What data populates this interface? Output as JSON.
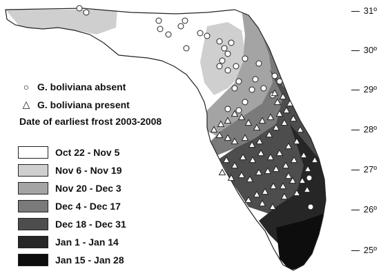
{
  "legend": {
    "absent_label": "G. boliviana absent",
    "present_label": "G. boliviana present",
    "title": "Date of earliest frost 2003-2008",
    "classes": [
      {
        "label": "Oct 22 - Nov 5",
        "color": "#ffffff"
      },
      {
        "label": "Nov 6 - Nov 19",
        "color": "#cfcfcf"
      },
      {
        "label": "Nov 20 - Dec 3",
        "color": "#a4a4a4"
      },
      {
        "label": "Dec 4 - Dec 17",
        "color": "#7a7a7a"
      },
      {
        "label": "Dec 18 - Dec 31",
        "color": "#4d4d4d"
      },
      {
        "label": "Jan 1 - Jan 14",
        "color": "#262626"
      },
      {
        "label": "Jan 15 - Jan 28",
        "color": "#0d0d0d"
      }
    ]
  },
  "latitudes": [
    "31º",
    "30º",
    "29º",
    "28º",
    "27º",
    "26º",
    "25º"
  ],
  "symbols": {
    "absent": "circle",
    "present": "triangle"
  }
}
